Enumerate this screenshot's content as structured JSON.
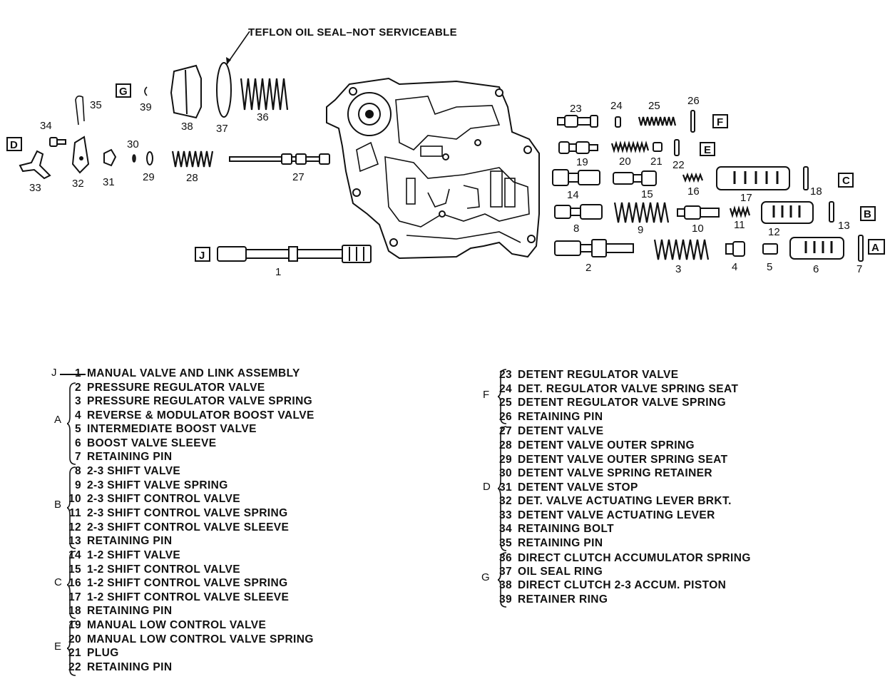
{
  "callout": "TEFLON OIL SEAL–NOT SERVICEABLE",
  "group_boxes": [
    "A",
    "B",
    "C",
    "D",
    "E",
    "F",
    "G",
    "J"
  ],
  "part_numbers": [
    "1",
    "2",
    "3",
    "4",
    "5",
    "6",
    "7",
    "8",
    "9",
    "10",
    "11",
    "12",
    "13",
    "14",
    "15",
    "16",
    "17",
    "18",
    "19",
    "20",
    "21",
    "22",
    "23",
    "24",
    "25",
    "26",
    "27",
    "28",
    "29",
    "30",
    "31",
    "32",
    "33",
    "34",
    "35",
    "36",
    "37",
    "38",
    "39"
  ],
  "left_legend": {
    "J": {
      "label": "J",
      "items": [
        {
          "n": "1",
          "text": "MANUAL VALVE AND LINK ASSEMBLY"
        }
      ]
    },
    "A": {
      "label": "A",
      "items": [
        {
          "n": "2",
          "text": "PRESSURE REGULATOR VALVE"
        },
        {
          "n": "3",
          "text": "PRESSURE REGULATOR VALVE SPRING"
        },
        {
          "n": "4",
          "text": "REVERSE & MODULATOR BOOST VALVE"
        },
        {
          "n": "5",
          "text": "INTERMEDIATE BOOST VALVE"
        },
        {
          "n": "6",
          "text": "BOOST VALVE SLEEVE"
        },
        {
          "n": "7",
          "text": "RETAINING PIN"
        }
      ]
    },
    "B": {
      "label": "B",
      "items": [
        {
          "n": "8",
          "text": "2-3 SHIFT VALVE"
        },
        {
          "n": "9",
          "text": "2-3 SHIFT VALVE SPRING"
        },
        {
          "n": "10",
          "text": "2-3 SHIFT CONTROL VALVE"
        },
        {
          "n": "11",
          "text": "2-3 SHIFT CONTROL VALVE SPRING"
        },
        {
          "n": "12",
          "text": "2-3 SHIFT CONTROL VALVE SLEEVE"
        },
        {
          "n": "13",
          "text": "RETAINING PIN"
        }
      ]
    },
    "C": {
      "label": "C",
      "items": [
        {
          "n": "14",
          "text": "1-2 SHIFT VALVE"
        },
        {
          "n": "15",
          "text": "1-2 SHIFT CONTROL VALVE"
        },
        {
          "n": "16",
          "text": "1-2 SHIFT CONTROL VALVE SPRING"
        },
        {
          "n": "17",
          "text": "1-2 SHIFT CONTROL VALVE SLEEVE"
        },
        {
          "n": "18",
          "text": "RETAINING PIN"
        }
      ]
    },
    "E": {
      "label": "E",
      "items": [
        {
          "n": "19",
          "text": "MANUAL LOW CONTROL VALVE"
        },
        {
          "n": "20",
          "text": "MANUAL LOW CONTROL VALVE SPRING"
        },
        {
          "n": "21",
          "text": "PLUG"
        },
        {
          "n": "22",
          "text": "RETAINING PIN"
        }
      ]
    }
  },
  "right_legend": {
    "F": {
      "label": "F",
      "items": [
        {
          "n": "23",
          "text": "DETENT REGULATOR VALVE"
        },
        {
          "n": "24",
          "text": "DET. REGULATOR VALVE SPRING SEAT"
        },
        {
          "n": "25",
          "text": "DETENT REGULATOR VALVE SPRING"
        },
        {
          "n": "26",
          "text": "RETAINING PIN"
        }
      ]
    },
    "D": {
      "label": "D",
      "items": [
        {
          "n": "27",
          "text": "DETENT VALVE"
        },
        {
          "n": "28",
          "text": "DETENT VALVE OUTER SPRING"
        },
        {
          "n": "29",
          "text": "DETENT VALVE OUTER SPRING SEAT"
        },
        {
          "n": "30",
          "text": "DETENT VALVE SPRING RETAINER"
        },
        {
          "n": "31",
          "text": "DETENT VALVE STOP"
        },
        {
          "n": "32",
          "text": "DET. VALVE ACTUATING LEVER BRKT."
        },
        {
          "n": "33",
          "text": "DETENT VALVE ACTUATING LEVER"
        },
        {
          "n": "34",
          "text": "RETAINING BOLT"
        },
        {
          "n": "35",
          "text": "RETAINING PIN"
        }
      ]
    },
    "G": {
      "label": "G",
      "items": [
        {
          "n": "36",
          "text": "DIRECT CLUTCH ACCUMULATOR SPRING"
        },
        {
          "n": "37",
          "text": "OIL SEAL RING"
        },
        {
          "n": "38",
          "text": "DIRECT CLUTCH 2-3 ACCUM. PISTON"
        },
        {
          "n": "39",
          "text": "RETAINER RING"
        }
      ]
    }
  }
}
